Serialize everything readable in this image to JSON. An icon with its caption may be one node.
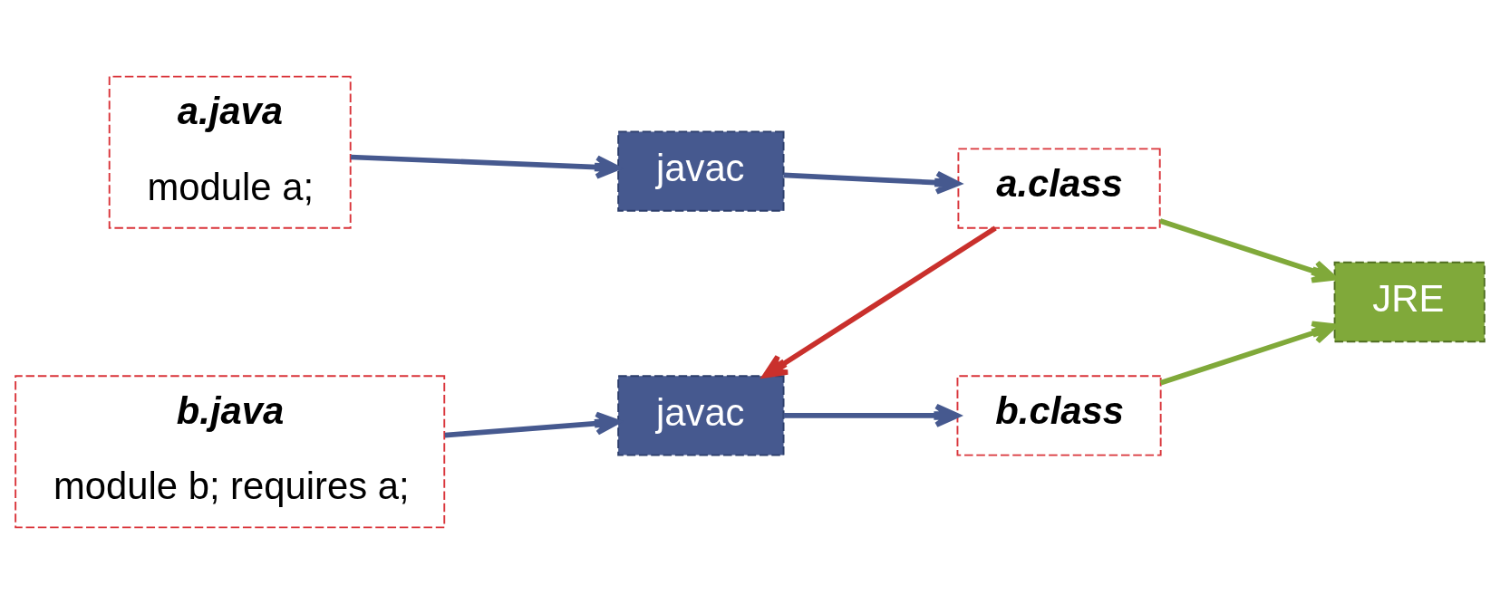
{
  "diagram": {
    "nodes": [
      {
        "text": [
          "a.java",
          "module a;"
        ]
      },
      {
        "text": [
          "javac"
        ]
      },
      {
        "text": [
          "a.class"
        ]
      },
      {
        "text": [
          "JRE"
        ]
      },
      {
        "text": [
          "b.java",
          "module b; requires a;"
        ]
      },
      {
        "text": [
          "javac"
        ]
      },
      {
        "text": [
          "b.class"
        ]
      }
    ],
    "edges": [
      {
        "from": 0,
        "to": 1,
        "arrow": "to"
      },
      {
        "from": 1,
        "to": 2,
        "arrow": "to"
      },
      {
        "from": 2,
        "to": 3,
        "arrow": "to",
        "color": "#80a93a"
      },
      {
        "from": 2,
        "to": 5,
        "arrow": "to",
        "color": "#c9302c"
      },
      {
        "from": 4,
        "to": 5,
        "arrow": "to"
      },
      {
        "from": 5,
        "to": 6,
        "arrow": "to"
      },
      {
        "from": 6,
        "to": 3,
        "arrow": "to",
        "color": "#80a93a"
      }
    ]
  }
}
